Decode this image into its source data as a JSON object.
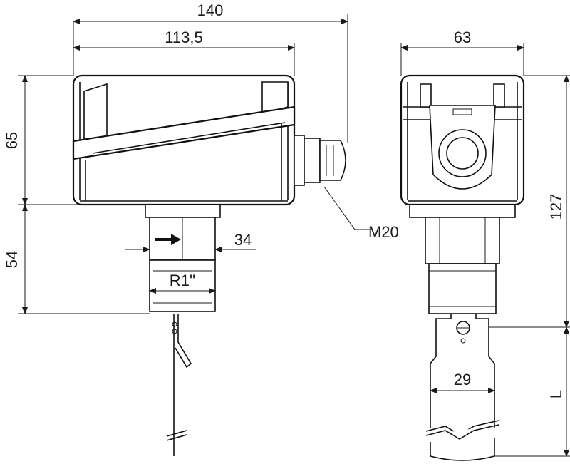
{
  "dimensions": {
    "total_width": "140",
    "housing_width": "113,5",
    "housing_depth": "63",
    "housing_height": "65",
    "fitting_height": "54",
    "wrench_size": "34",
    "thread": "R1''",
    "cable_gland": "M20",
    "overall_height": "127",
    "paddle_width": "29",
    "paddle_length": "L"
  }
}
